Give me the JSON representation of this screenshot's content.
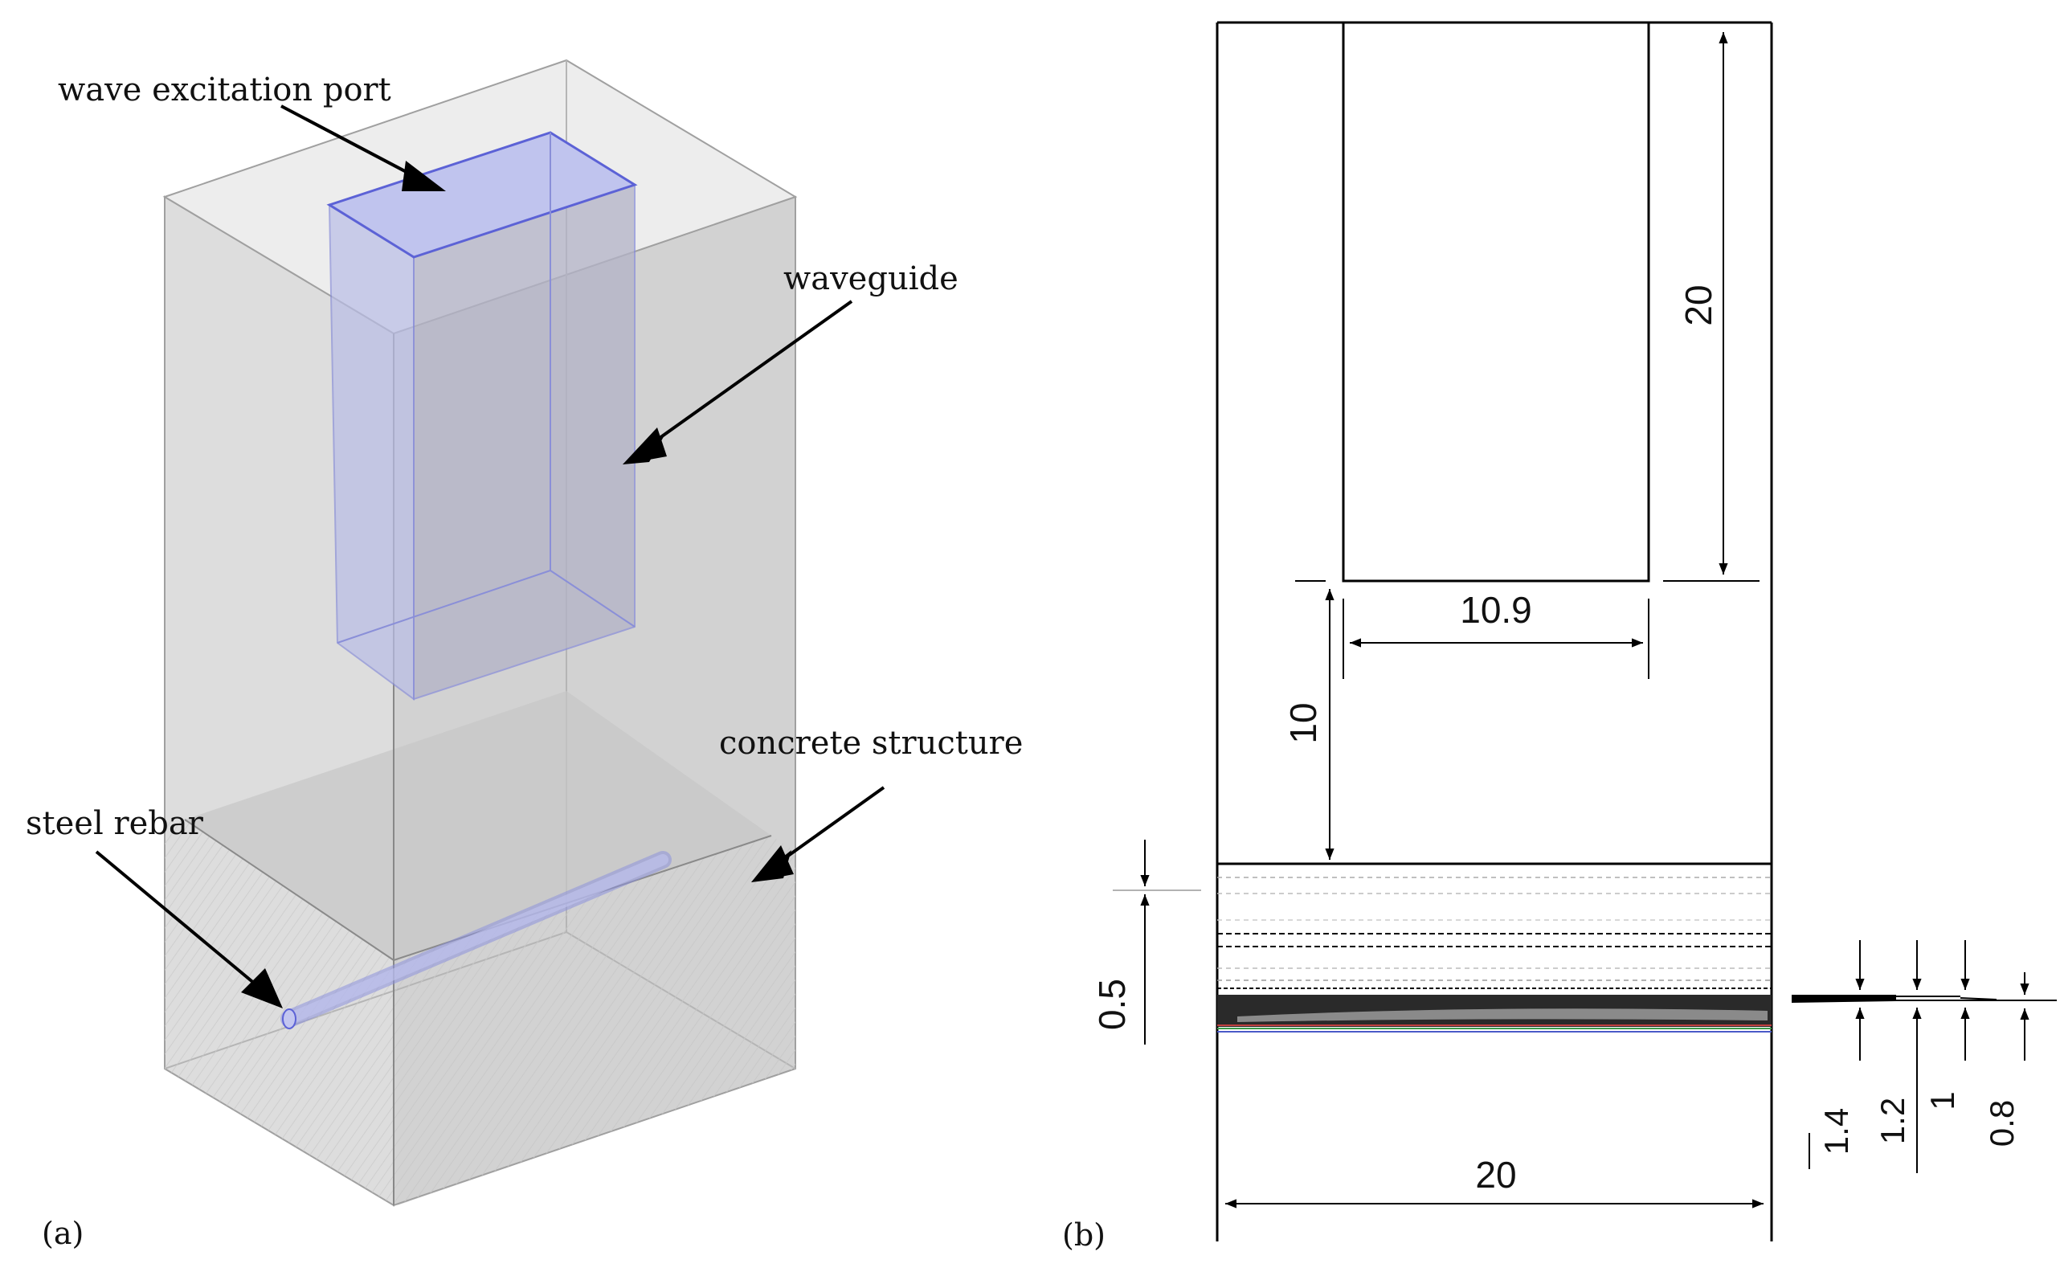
{
  "panel_a": {
    "letter": "(a)",
    "labels": {
      "port": "wave excitation port",
      "waveguide": "waveguide",
      "concrete": "concrete structure",
      "rebar": "steel rebar"
    }
  },
  "panel_b": {
    "letter": "(b)",
    "dimensions": {
      "waveguide_height": "20",
      "waveguide_width": "10.9",
      "gap": "10",
      "layer": "0.5",
      "total_width": "20",
      "d1": "1.4",
      "d2": "1.2",
      "d3": "1",
      "d4": "0.8"
    }
  },
  "colors": {
    "waveguide_fill": "#b9bde6",
    "waveguide_edge": "#5c62d6",
    "box_fill": "#d4d4d4",
    "box_edge": "#9a9a9a",
    "line": "#000000"
  }
}
